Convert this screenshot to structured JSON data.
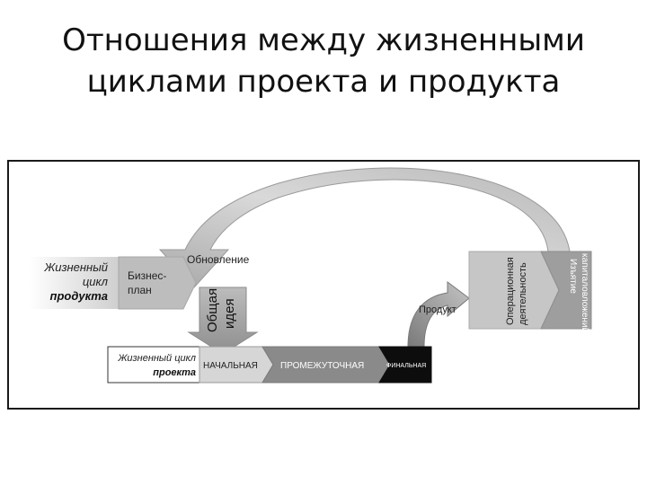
{
  "title": {
    "line1": "Отношения между жизненными",
    "line2": "циклами проекта и продукта"
  },
  "diagram": {
    "product_life_cycle_label": {
      "line1": "Жизненный",
      "line2": "цикл",
      "line3": "продукта"
    },
    "business_plan": {
      "line1": "Бизнес-",
      "line2": "план"
    },
    "update_label": "Обновление",
    "general_idea": {
      "line1": "Общая",
      "line2": "идея"
    },
    "product_label": "Продукт",
    "operational_activity": {
      "line1": "Операционная",
      "line2": "деятельность"
    },
    "withdrawal": {
      "line1": "Изъятие",
      "line2": "капиталовложений"
    },
    "project_life_cycle_label": {
      "line1": "Жизненный цикл",
      "line2": "проекта"
    },
    "phases": [
      "НАЧАЛЬНАЯ",
      "ПРОМЕЖУТОЧНАЯ",
      "ФИНАЛЬНАЯ"
    ],
    "colors": {
      "light_gray": "#d6d6d6",
      "mid_gray": "#bdbdbd",
      "dark_gray": "#8a8a8a",
      "black": "#0d0d0d",
      "text": "#222222"
    }
  }
}
